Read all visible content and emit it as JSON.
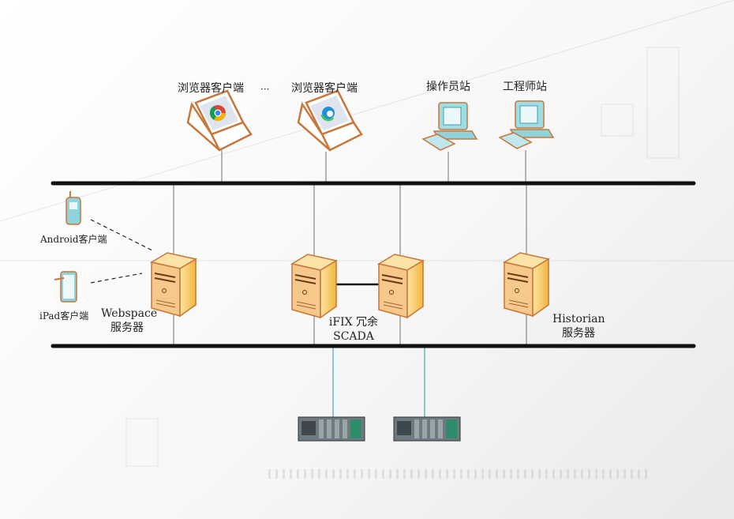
{
  "labels": {
    "browser_client_1": "浏览器客户端",
    "ellipsis": "···",
    "browser_client_2": "浏览器客户端",
    "operator_station": "操作员站",
    "engineer_station": "工程师站",
    "android_client": "Android客户端",
    "ipad_client": "iPad客户端",
    "webspace_line1": "Webspace",
    "webspace_line2": "服务器",
    "ifix_line1": "iFIX 冗余",
    "ifix_line2": "SCADA",
    "historian_line1": "Historian",
    "historian_line2": "服务器"
  },
  "icons": {
    "browser_1": "chrome-icon",
    "browser_2": "edge-icon"
  },
  "colors": {
    "bus": "#111111",
    "server_body": "#f6c65a",
    "server_outline": "#c8763a",
    "workstation": "#8fd3dc",
    "laptop_outline": "#c8763a"
  }
}
